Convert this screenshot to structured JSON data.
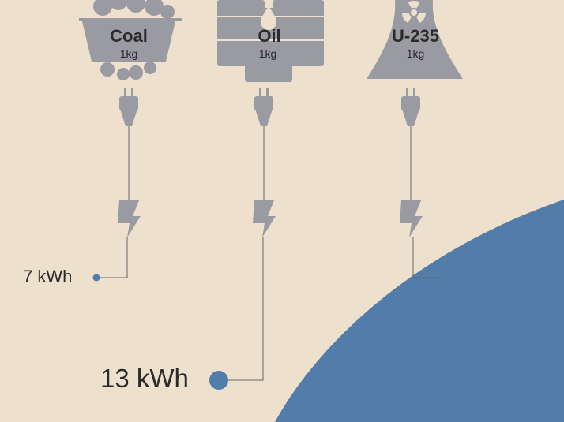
{
  "colors": {
    "background": "#ede0cd",
    "icon": "#9a9aa3",
    "line": "#666666",
    "accent": "#527caa",
    "text": "#2b2b2b"
  },
  "fuels": [
    {
      "name": "Coal",
      "mass": "1kg",
      "energy": "7 kWh",
      "icon": "coal-cart-icon"
    },
    {
      "name": "Oil",
      "mass": "1kg",
      "energy": "13 kWh",
      "icon": "oil-barrels-icon"
    },
    {
      "name": "U-235",
      "mass": "1kg",
      "icon": "cooling-tower-icon"
    }
  ],
  "icons": {
    "plug": "plug-icon",
    "bolt": "lightning-bolt-icon",
    "radiation": "radiation-icon"
  }
}
